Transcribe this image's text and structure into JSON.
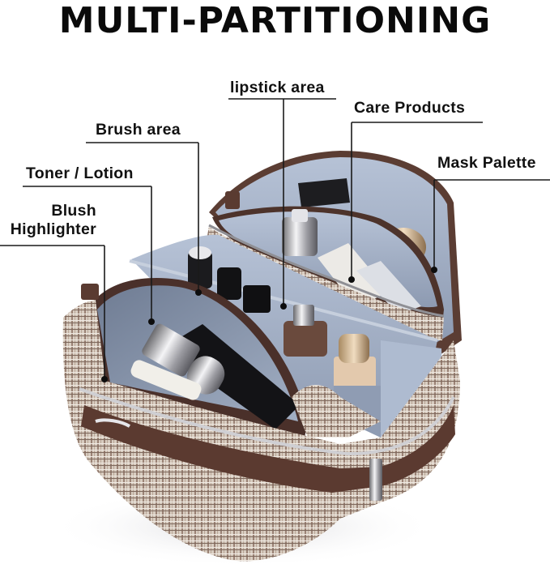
{
  "title": "MULTI-PARTITIONING",
  "labels": {
    "lipstick": "lipstick area",
    "care": "Care Products",
    "mask": "Mask Palette",
    "brush": "Brush area",
    "toner": "Toner / Lotion",
    "blush_line1": "Blush",
    "blush_line2": "Highlighter"
  },
  "colors": {
    "text": "#111111",
    "leader_line": "#1a1a1a",
    "lining": "#a9b6cc",
    "lining_dark": "#7f8ca3",
    "leather": "#5e3a30",
    "tweed_light": "#ddd2c6",
    "tweed_dark": "#8b7467",
    "zipper": "#c9c9cc"
  }
}
